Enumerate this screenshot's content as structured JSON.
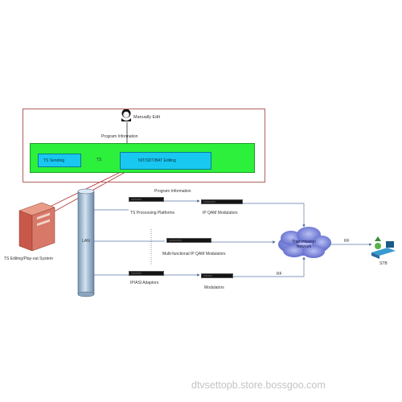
{
  "diagram": {
    "manually_edit": "Manually Edit",
    "program_information_top": "Program Information",
    "ts_sending": "TS Sending",
    "ts_arrow_label": "TS",
    "nit_editing": "NIT/SDT/BAT Editing",
    "program_information_mid": "Program Information",
    "ts_processing_platforms": "TS Processing Platforms",
    "ip_qam_modulators": "IP QAM Modulators",
    "multi_functional": "Multi-functional IP QAM Modulators",
    "ip_asi_adaptors": "IP/ASI Adaptors",
    "modulators": "Modulators",
    "lan": "LAN",
    "ts_editing_system": "TS Editing/Play-out System",
    "transmission_network": "Transmission Network",
    "rf_label_1": "RF",
    "rf_label_2": "RF",
    "stb": "STB"
  },
  "footer": {
    "watermark": "dtvsettopb.store.bossgoo.com"
  },
  "colors": {
    "frame_border": "#b06060",
    "green_panel": "#2cf03c",
    "blue_box": "#19c8f0",
    "lan_pipe": "#a8c4dc",
    "connector_blue": "#5a78a8",
    "cloud": "#7a84d8"
  },
  "icons": [
    "person-icon",
    "server-icon",
    "stb-icon",
    "cloud-icon"
  ]
}
